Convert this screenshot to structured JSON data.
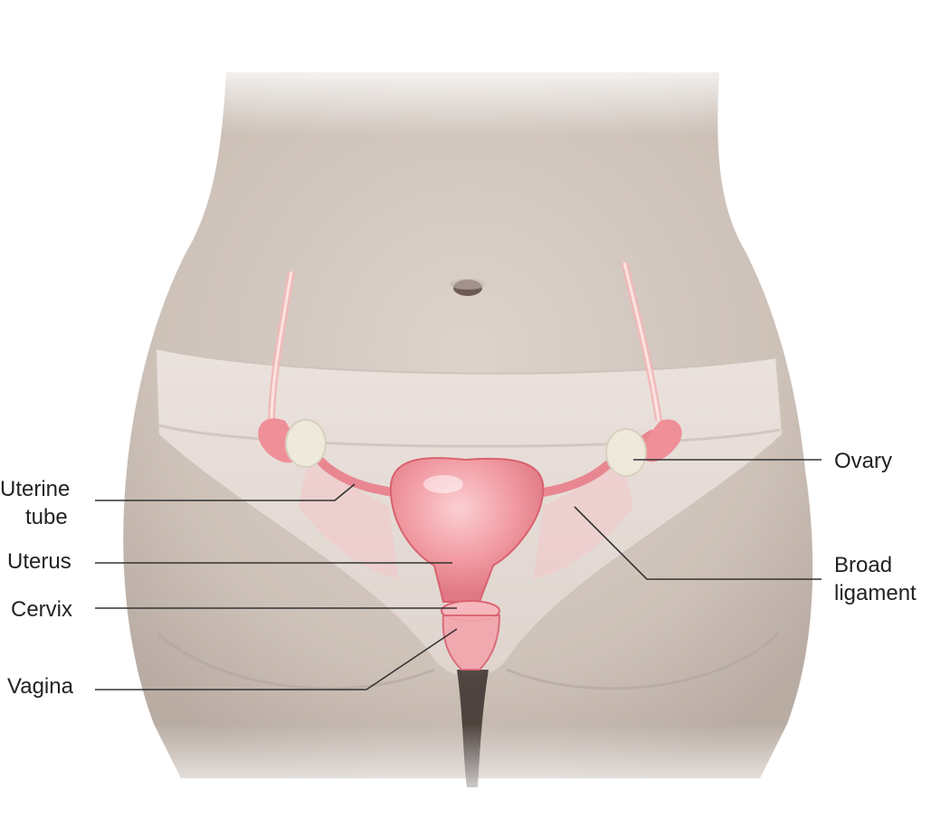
{
  "labels": {
    "uterine_tube_1": "Uterine",
    "uterine_tube_2": "tube",
    "uterus": "Uterus",
    "cervix": "Cervix",
    "vagina": "Vagina",
    "ovary": "Ovary",
    "broad_ligament_1": "Broad",
    "broad_ligament_2": "ligament"
  },
  "colors": {
    "skin": "#d9cfc7",
    "skin_shadow": "#bfb2a8",
    "underwear": "#e6dbd6",
    "organ": "#ef8f98",
    "organ_light": "#f6b8bd",
    "organ_dark": "#d9626f",
    "ovary": "#efe9dc",
    "leader_line": "#333333"
  }
}
